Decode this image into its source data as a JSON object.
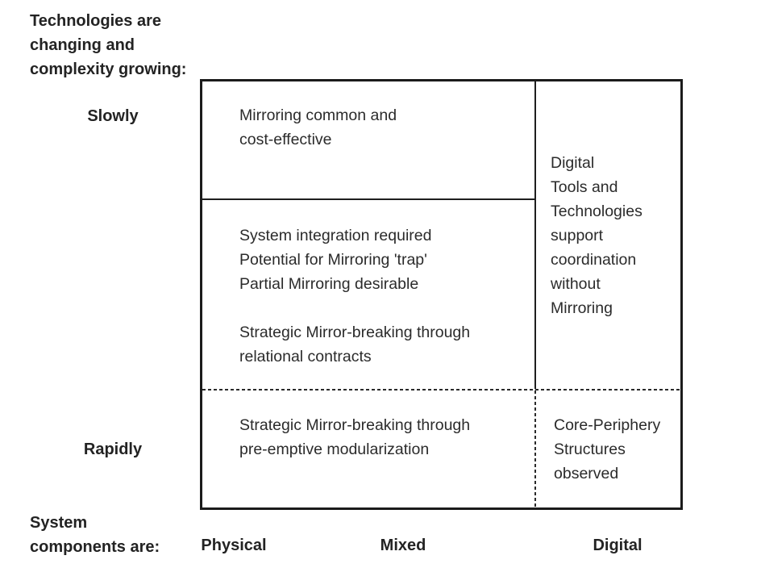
{
  "diagram": {
    "y_axis": {
      "title": "Technologies are\nchanging and\ncomplexity growing:",
      "labels": {
        "slowly": "Slowly",
        "rapidly": "Rapidly"
      }
    },
    "x_axis": {
      "title": "System\ncomponents are:",
      "labels": {
        "physical": "Physical",
        "mixed": "Mixed",
        "digital": "Digital"
      }
    },
    "cells": {
      "slowly_physical": "Mirroring common and\ncost-effective",
      "slowly_mixed": "System integration required\nPotential for Mirroring 'trap'\nPartial Mirroring desirable\n\nStrategic Mirror-breaking through\nrelational contracts",
      "slowly_digital": "Digital\nTools and\nTechnologies\nsupport\ncoordination\nwithout\nMirroring",
      "rapidly_physical_mixed": "Strategic Mirror-breaking through\npre-emptive modularization",
      "rapidly_digital": "Core-Periphery\nStructures\nobserved"
    },
    "colors": {
      "line": "#1b1b1b",
      "text": "#2b2b2b",
      "background": "#ffffff"
    }
  }
}
